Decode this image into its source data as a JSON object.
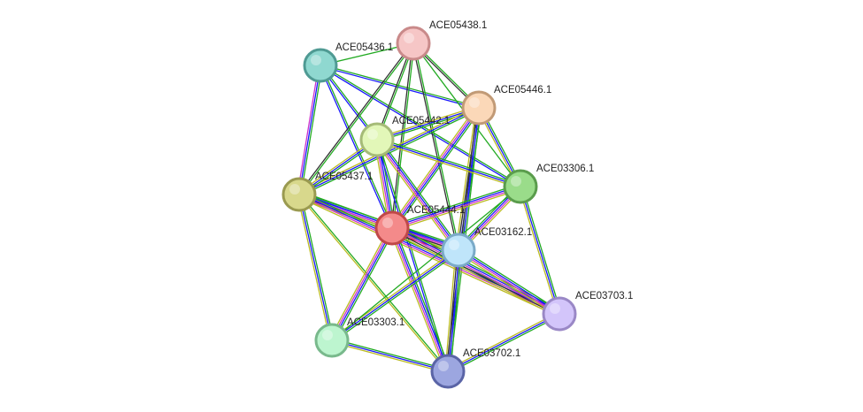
{
  "nodes": [
    {
      "id": "ACE05438.1",
      "label": "ACE05438.1",
      "fill": "#f6c6c6",
      "stroke": "#c98a8a"
    },
    {
      "id": "ACE05436.1",
      "label": "ACE05436.1",
      "fill": "#8fd8d0",
      "stroke": "#4f9a93"
    },
    {
      "id": "ACE05446.1",
      "label": "ACE05446.1",
      "fill": "#fbd8b8",
      "stroke": "#c19a76"
    },
    {
      "id": "ACE05442.1",
      "label": "ACE05442.1",
      "fill": "#e2f7b8",
      "stroke": "#a5bb77"
    },
    {
      "id": "ACE05437.1",
      "label": "ACE05437.1",
      "fill": "#d8d88c",
      "stroke": "#9a9a50"
    },
    {
      "id": "ACE03306.1",
      "label": "ACE03306.1",
      "fill": "#9adc8a",
      "stroke": "#5a9c4c"
    },
    {
      "id": "ACE05444.1",
      "label": "ACE05444.1",
      "fill": "#f48a8a",
      "stroke": "#c04848"
    },
    {
      "id": "ACE03162.1",
      "label": "ACE03162.1",
      "fill": "#bfe5fa",
      "stroke": "#7aaac8"
    },
    {
      "id": "ACE03703.1",
      "label": "ACE03703.1",
      "fill": "#d3c5fa",
      "stroke": "#9a88c6"
    },
    {
      "id": "ACE03303.1",
      "label": "ACE03303.1",
      "fill": "#bdf5cf",
      "stroke": "#79b98c"
    },
    {
      "id": "ACE03702.1",
      "label": "ACE03702.1",
      "fill": "#9ca6e0",
      "stroke": "#5a64a6"
    }
  ],
  "edges": [
    {
      "source": "ACE05436.1",
      "target": "ACE05438.1",
      "colors": [
        "#22aa22"
      ]
    },
    {
      "source": "ACE05436.1",
      "target": "ACE05446.1",
      "colors": [
        "#22aa22",
        "#1a1aff"
      ]
    },
    {
      "source": "ACE05436.1",
      "target": "ACE05442.1",
      "colors": [
        "#22aa22",
        "#1a1aff"
      ]
    },
    {
      "source": "ACE05436.1",
      "target": "ACE05437.1",
      "colors": [
        "#22aa22",
        "#1a1aff",
        "#cc33cc"
      ]
    },
    {
      "source": "ACE05436.1",
      "target": "ACE05444.1",
      "colors": [
        "#22aa22",
        "#1a1aff"
      ]
    },
    {
      "source": "ACE05436.1",
      "target": "ACE03306.1",
      "colors": [
        "#22aa22",
        "#1a1aff"
      ]
    },
    {
      "source": "ACE05438.1",
      "target": "ACE05446.1",
      "colors": [
        "#22aa22",
        "#333333"
      ]
    },
    {
      "source": "ACE05438.1",
      "target": "ACE05442.1",
      "colors": [
        "#22aa22",
        "#333333"
      ]
    },
    {
      "source": "ACE05438.1",
      "target": "ACE05437.1",
      "colors": [
        "#22aa22",
        "#333333"
      ]
    },
    {
      "source": "ACE05438.1",
      "target": "ACE05444.1",
      "colors": [
        "#22aa22",
        "#333333"
      ]
    },
    {
      "source": "ACE05438.1",
      "target": "ACE03162.1",
      "colors": [
        "#22aa22",
        "#333333"
      ]
    },
    {
      "source": "ACE05438.1",
      "target": "ACE03306.1",
      "colors": [
        "#22aa22"
      ]
    },
    {
      "source": "ACE05446.1",
      "target": "ACE05442.1",
      "colors": [
        "#22aa22",
        "#1a1aff",
        "#bbbb22"
      ]
    },
    {
      "source": "ACE05446.1",
      "target": "ACE05437.1",
      "colors": [
        "#22aa22",
        "#1a1aff",
        "#bbbb22"
      ]
    },
    {
      "source": "ACE05446.1",
      "target": "ACE05444.1",
      "colors": [
        "#22aa22",
        "#1a1aff",
        "#cc33cc",
        "#bbbb22"
      ]
    },
    {
      "source": "ACE05446.1",
      "target": "ACE03162.1",
      "colors": [
        "#22aa22",
        "#1a1aff",
        "#333333",
        "#bbbb22"
      ]
    },
    {
      "source": "ACE05446.1",
      "target": "ACE03306.1",
      "colors": [
        "#22aa22",
        "#1a1aff",
        "#bbbb22"
      ]
    },
    {
      "source": "ACE05446.1",
      "target": "ACE03702.1",
      "colors": [
        "#22aa22",
        "#1a1aff",
        "#333333"
      ]
    },
    {
      "source": "ACE05442.1",
      "target": "ACE05437.1",
      "colors": [
        "#22aa22",
        "#1a1aff",
        "#bbbb22"
      ]
    },
    {
      "source": "ACE05442.1",
      "target": "ACE05444.1",
      "colors": [
        "#22aa22",
        "#1a1aff",
        "#cc33cc",
        "#bbbb22"
      ]
    },
    {
      "source": "ACE05442.1",
      "target": "ACE03162.1",
      "colors": [
        "#22aa22",
        "#1a1aff",
        "#cc33cc",
        "#bbbb22"
      ]
    },
    {
      "source": "ACE05442.1",
      "target": "ACE03306.1",
      "colors": [
        "#22aa22",
        "#1a1aff",
        "#bbbb22"
      ]
    },
    {
      "source": "ACE05442.1",
      "target": "ACE03702.1",
      "colors": [
        "#22aa22",
        "#1a1aff"
      ]
    },
    {
      "source": "ACE05437.1",
      "target": "ACE05444.1",
      "colors": [
        "#22aa22",
        "#1a1aff",
        "#cc33cc",
        "#333333",
        "#bbbb22"
      ]
    },
    {
      "source": "ACE05437.1",
      "target": "ACE03162.1",
      "colors": [
        "#22aa22",
        "#1a1aff",
        "#cc33cc",
        "#bbbb22"
      ]
    },
    {
      "source": "ACE05437.1",
      "target": "ACE03303.1",
      "colors": [
        "#22aa22",
        "#1a1aff",
        "#bbbb22"
      ]
    },
    {
      "source": "ACE05437.1",
      "target": "ACE03702.1",
      "colors": [
        "#22aa22",
        "#bbbb22"
      ]
    },
    {
      "source": "ACE05437.1",
      "target": "ACE03703.1",
      "colors": [
        "#22aa22",
        "#1a1aff",
        "#cc33cc",
        "#bbbb22"
      ]
    },
    {
      "source": "ACE05444.1",
      "target": "ACE03162.1",
      "colors": [
        "#22aa22",
        "#1a1aff",
        "#cc33cc",
        "#333333",
        "#bbbb22",
        "#ff2222"
      ]
    },
    {
      "source": "ACE05444.1",
      "target": "ACE03306.1",
      "colors": [
        "#22aa22",
        "#1a1aff",
        "#cc33cc",
        "#bbbb22"
      ]
    },
    {
      "source": "ACE05444.1",
      "target": "ACE03703.1",
      "colors": [
        "#22aa22",
        "#1a1aff",
        "#cc33cc",
        "#333333",
        "#bbbb22"
      ]
    },
    {
      "source": "ACE05444.1",
      "target": "ACE03303.1",
      "colors": [
        "#22aa22",
        "#1a1aff",
        "#cc33cc",
        "#bbbb22"
      ]
    },
    {
      "source": "ACE05444.1",
      "target": "ACE03702.1",
      "colors": [
        "#22aa22",
        "#1a1aff",
        "#cc33cc",
        "#bbbb22"
      ]
    },
    {
      "source": "ACE03162.1",
      "target": "ACE03306.1",
      "colors": [
        "#22aa22",
        "#1a1aff",
        "#cc33cc",
        "#bbbb22"
      ]
    },
    {
      "source": "ACE03162.1",
      "target": "ACE03703.1",
      "colors": [
        "#22aa22",
        "#1a1aff",
        "#cc33cc",
        "#bbbb22"
      ]
    },
    {
      "source": "ACE03162.1",
      "target": "ACE03303.1",
      "colors": [
        "#22aa22",
        "#1a1aff",
        "#bbbb22"
      ]
    },
    {
      "source": "ACE03162.1",
      "target": "ACE03702.1",
      "colors": [
        "#22aa22",
        "#1a1aff",
        "#333333",
        "#bbbb22"
      ]
    },
    {
      "source": "ACE03306.1",
      "target": "ACE03703.1",
      "colors": [
        "#22aa22",
        "#1a1aff",
        "#bbbb22"
      ]
    },
    {
      "source": "ACE03306.1",
      "target": "ACE03303.1",
      "colors": [
        "#22aa22"
      ]
    },
    {
      "source": "ACE03303.1",
      "target": "ACE03702.1",
      "colors": [
        "#22aa22",
        "#1a1aff",
        "#bbbb22"
      ]
    },
    {
      "source": "ACE03703.1",
      "target": "ACE03702.1",
      "colors": [
        "#22aa22",
        "#1a1aff",
        "#bbbb22"
      ]
    }
  ]
}
